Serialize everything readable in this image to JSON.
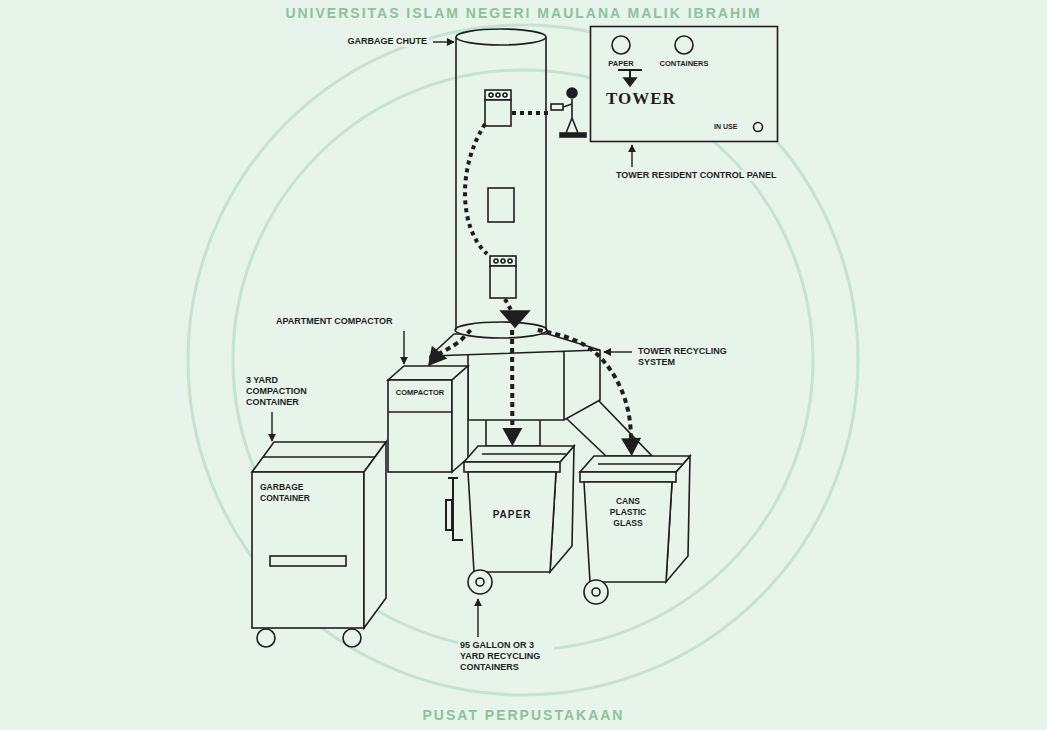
{
  "diagram": {
    "nodes": [
      {
        "text": [
          "GARBAGE CHUTE"
        ]
      },
      {
        "text": [
          "PAPER",
          "CONTAINERS",
          "TOWER",
          "IN USE"
        ]
      },
      {
        "text": [
          "COMPACTOR"
        ]
      },
      {
        "text": [
          "GARBAGE CONTAINER"
        ]
      },
      {
        "text": [
          "PAPER"
        ]
      },
      {
        "text": [
          "CANS PLASTIC GLASS"
        ]
      }
    ],
    "edges": [
      {
        "from": 0,
        "to": 2,
        "arrow": "to"
      },
      {
        "from": 0,
        "to": 4,
        "arrow": "to"
      },
      {
        "from": 0,
        "to": 5,
        "arrow": "to"
      }
    ],
    "labels": [
      "APARTMENT COMPACTOR",
      "3 YARD COMPACTION CONTAINER",
      "TOWER RECYCLING SYSTEM",
      "TOWER RESIDENT CONTROL PANEL",
      "95 GALLON OR 3 YARD RECYCLING CONTAINERS",
      "UNIVERSITAS ISLAM NEGERI MAULANA MALIK IBRAHIM",
      "PUSAT PERPUSTAKAAN"
    ]
  }
}
